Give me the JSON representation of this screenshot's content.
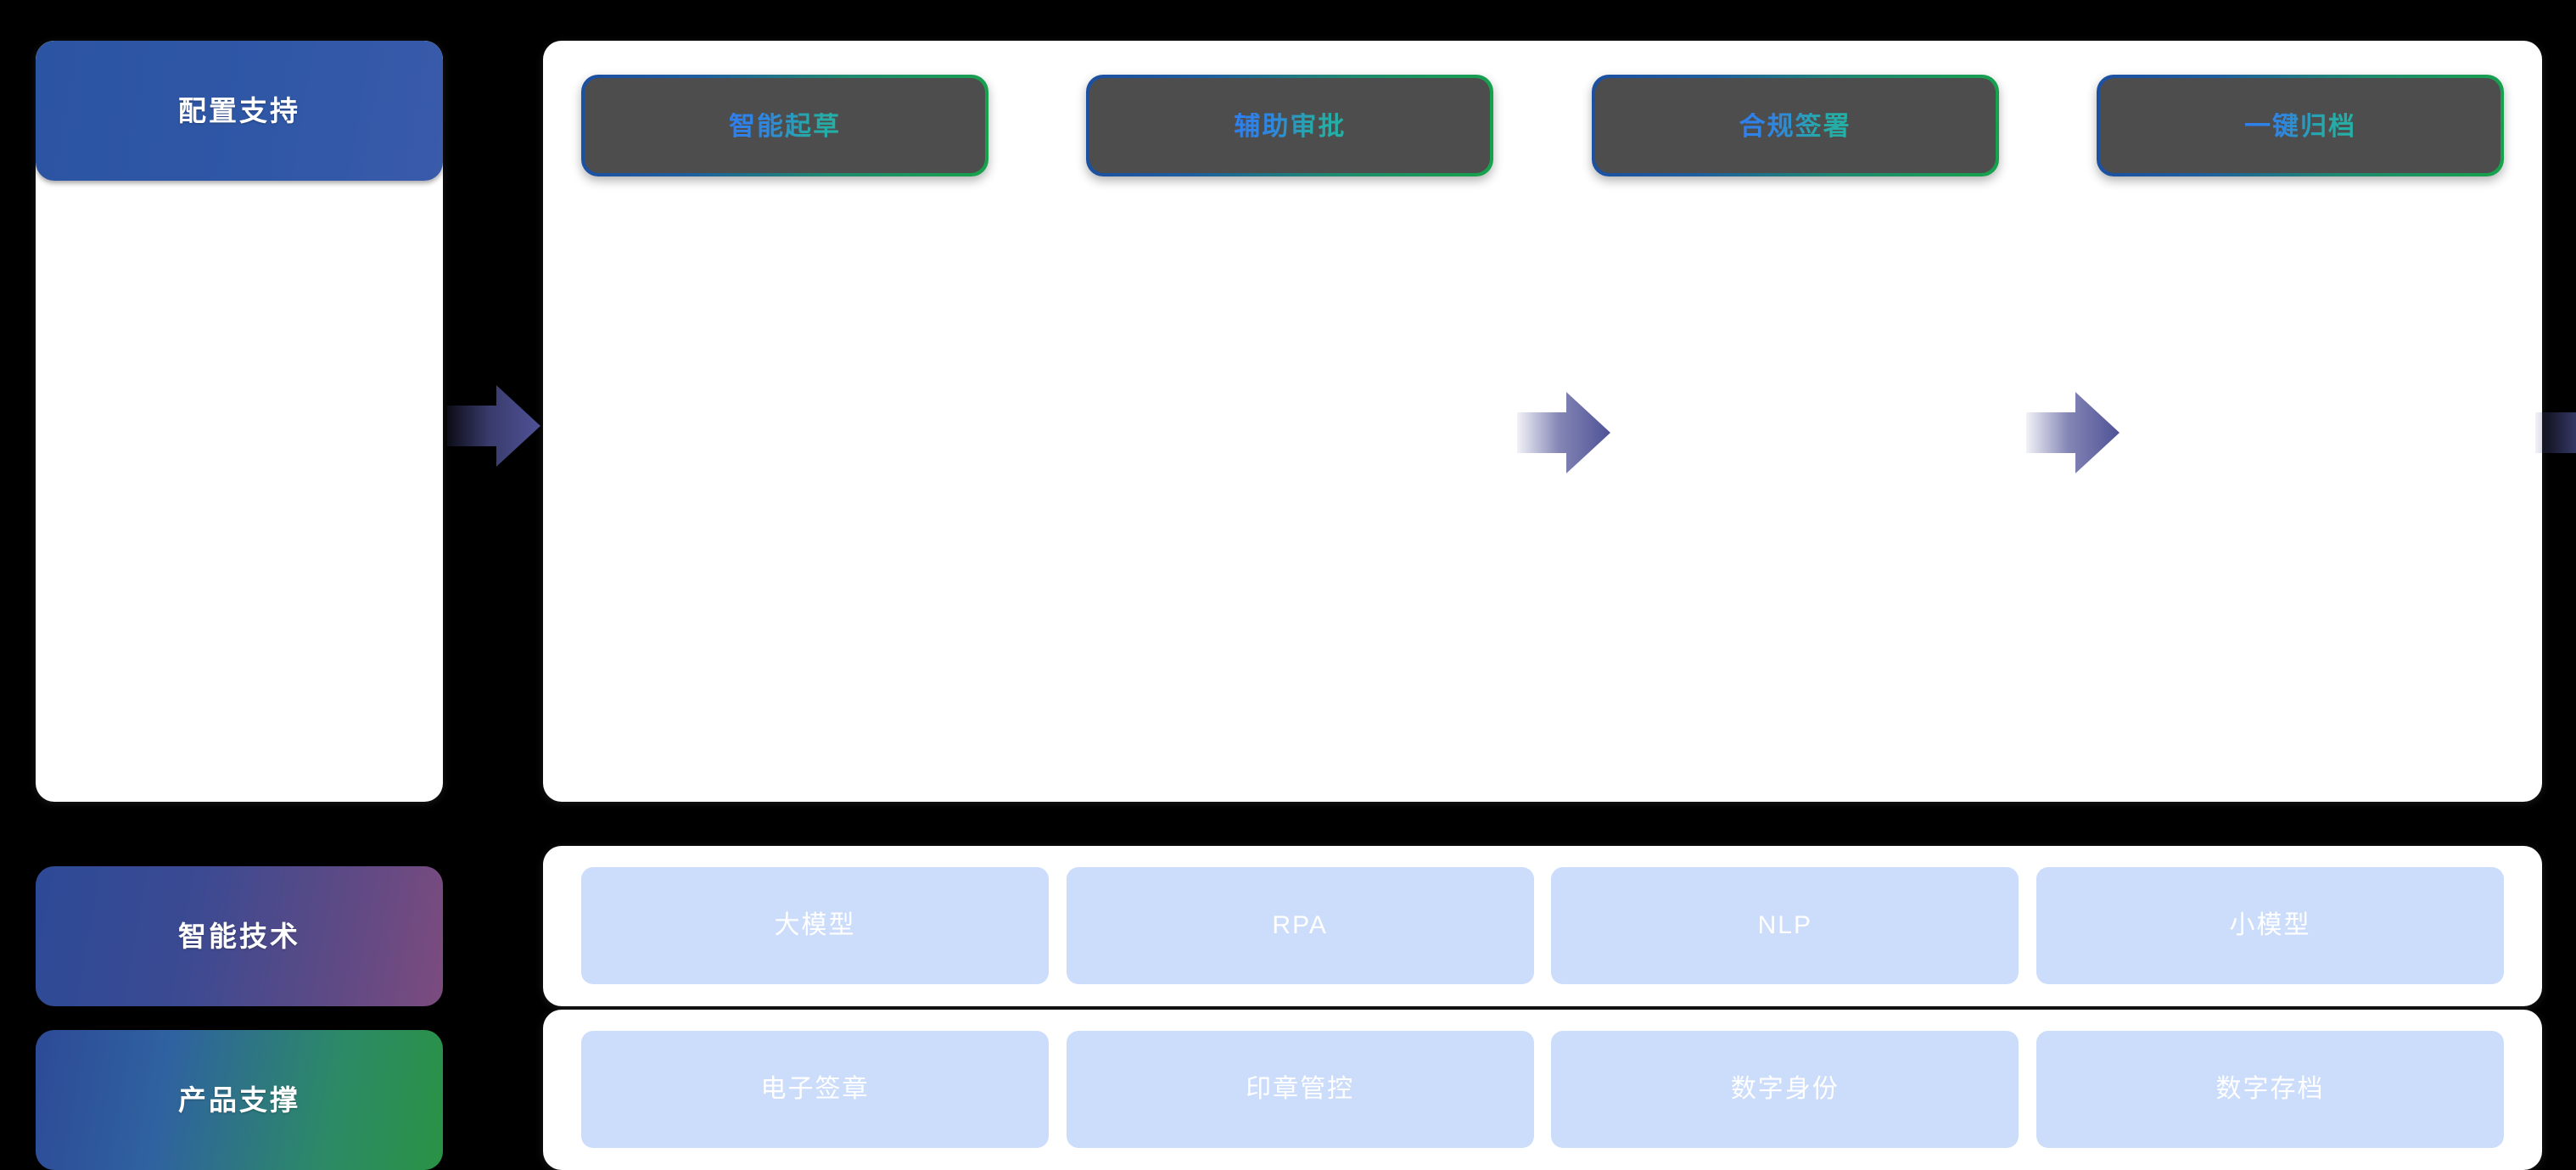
{
  "theme": {
    "background": "#000000",
    "panel_bg": "#ffffff",
    "card_fill": "#4d4d4d",
    "pill_fill": "#ccddfb",
    "accent_blue": "#2b54a2",
    "accent_green": "#16a24a",
    "arrow_color": "#4f5296",
    "card_text_gradient_start": "#2f7ef0",
    "card_text_gradient_end": "#23b2a6"
  },
  "sidebar": {
    "items": [
      {
        "label": "配置支持",
        "name": "config-support"
      },
      {
        "label": "智能技术",
        "name": "intelligent-technology"
      },
      {
        "label": "产品支撑",
        "name": "product-support"
      }
    ]
  },
  "flow": {
    "stages": [
      {
        "label": "智能起草"
      },
      {
        "label": "辅助审批"
      },
      {
        "label": "合规签署"
      },
      {
        "label": "一键归档"
      }
    ],
    "arrow_icon": "arrow-right-icon",
    "arrow_count": 3
  },
  "technology_row": {
    "items": [
      {
        "label": "大模型"
      },
      {
        "label": "RPA"
      },
      {
        "label": "NLP"
      },
      {
        "label": "小模型"
      }
    ]
  },
  "product_row": {
    "items": [
      {
        "label": "电子签章"
      },
      {
        "label": "印章管控"
      },
      {
        "label": "数字身份"
      },
      {
        "label": "数字存档"
      }
    ]
  }
}
